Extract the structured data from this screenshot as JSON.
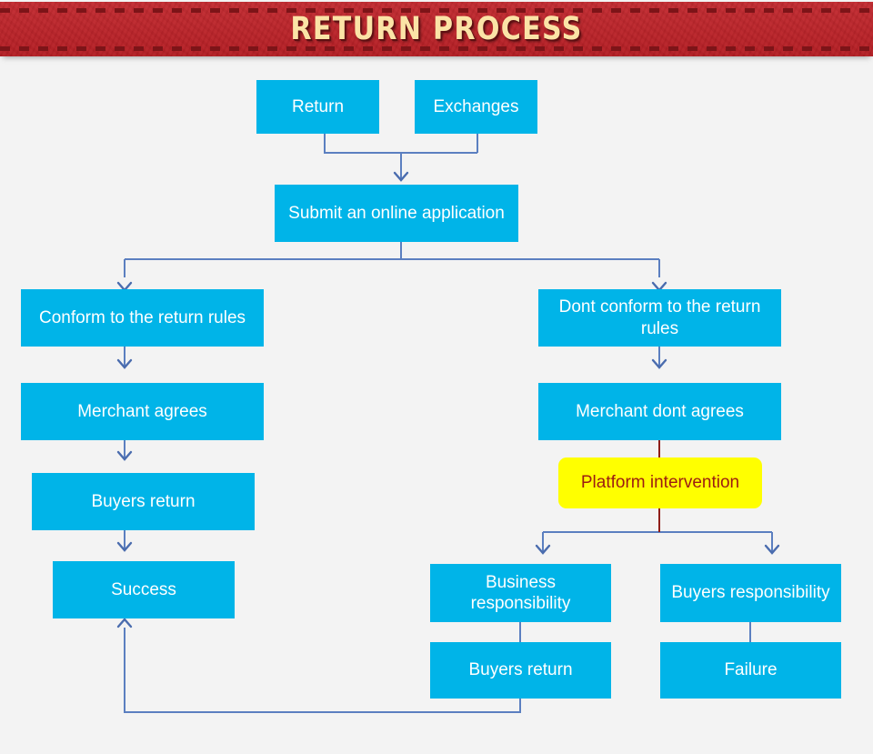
{
  "header": {
    "title": "RETURN PROCESS",
    "band_color": "#bf2026",
    "title_color": "#fbe3a6",
    "dash_color": "#7d1418"
  },
  "theme": {
    "background": "#f3f3f3",
    "node_fill": "#00b4e8",
    "node_text": "#ffffff",
    "highlight_fill": "#ffff00",
    "highlight_text": "#9c1c12",
    "connector": "#5b7fc0",
    "connector_red": "#8f1d18"
  },
  "nodes": {
    "return": "Return",
    "exchanges": "Exchanges",
    "submit": "Submit an online application",
    "conform": "Conform to the return rules",
    "dont_conform": "Dont conform to the return rules",
    "merchant_agrees": "Merchant agrees",
    "merchant_dont_agrees": "Merchant dont agrees",
    "buyers_return_left": "Buyers return",
    "platform_intervention": "Platform intervention",
    "success": "Success",
    "business_responsibility": "Business responsibility",
    "buyers_responsibility": "Buyers responsibility",
    "buyers_return_bottom": "Buyers return",
    "failure": "Failure"
  }
}
